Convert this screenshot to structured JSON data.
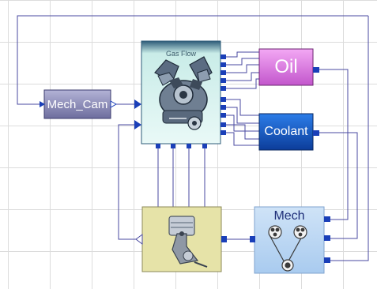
{
  "blocks": {
    "mech_cam": {
      "label": "Mech_Cam"
    },
    "engine": {
      "label": "Gas Flow",
      "icon": "engine-icon"
    },
    "oil": {
      "label": "Oil"
    },
    "coolant": {
      "label": "Coolant"
    },
    "piston": {
      "icon": "piston-crank-icon"
    },
    "mech": {
      "label": "Mech",
      "icon": "gear-belt-icon"
    }
  },
  "colors": {
    "wire": "#4a4aa0",
    "port": "#1a3fb8",
    "grid": "#dcdcdc",
    "mech_cam_fill": "#8c8cb8",
    "oil_fill": "#e67be8",
    "coolant_fill": "#1f62d8",
    "engine_fill": "#c9ece8",
    "piston_fill": "#e6e3a8",
    "mech_fill": "#b8d4f2"
  }
}
